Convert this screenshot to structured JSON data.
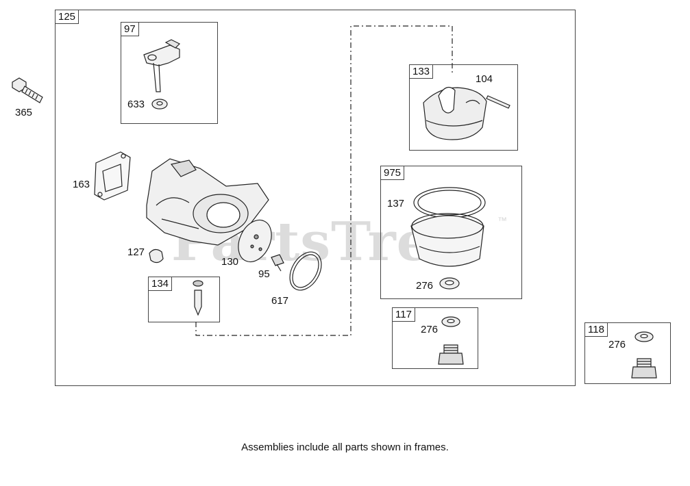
{
  "watermark": {
    "text": "PartsTree",
    "tm": "™"
  },
  "frames": {
    "main": "125",
    "f97": "97",
    "f133": "133",
    "f975": "975",
    "f134": "134",
    "f117": "117",
    "f118": "118"
  },
  "callouts": {
    "p365": "365",
    "p633": "633",
    "p104": "104",
    "p163": "163",
    "p137": "137",
    "p127": "127",
    "p130": "130",
    "p95": "95",
    "p617": "617",
    "p276a": "276",
    "p276b": "276",
    "p276c": "276"
  },
  "caption": "Assemblies include all parts shown in frames."
}
